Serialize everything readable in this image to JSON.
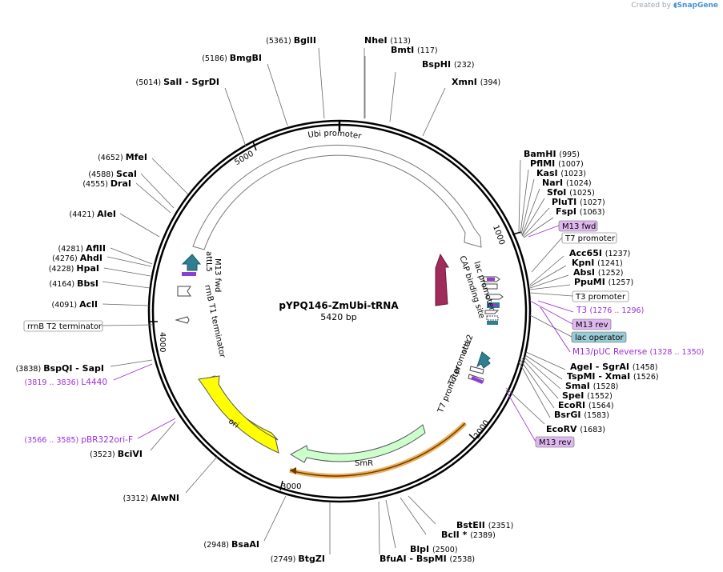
{
  "credit": {
    "prefix": "Created by",
    "brand": "SnapGene"
  },
  "plasmid": {
    "name": "pYPQ146-ZmUbi-tRNA",
    "size_label": "5420 bp"
  },
  "ticks": [
    "1000",
    "2000",
    "3000",
    "4000",
    "5000"
  ],
  "enzymes": [
    {
      "pos": "(113)",
      "name": "NheI"
    },
    {
      "pos": "(117)",
      "name": "BmtI"
    },
    {
      "pos": "(232)",
      "name": "BspHI"
    },
    {
      "pos": "(394)",
      "name": "XmnI"
    },
    {
      "pos": "(995)",
      "name": "BamHI"
    },
    {
      "pos": "(1007)",
      "name": "PflMI"
    },
    {
      "pos": "(1023)",
      "name": "KasI"
    },
    {
      "pos": "(1024)",
      "name": "NarI"
    },
    {
      "pos": "(1025)",
      "name": "SfoI"
    },
    {
      "pos": "(1027)",
      "name": "PluTI"
    },
    {
      "pos": "(1063)",
      "name": "FspI"
    },
    {
      "pos": "(1237)",
      "name": "Acc65I"
    },
    {
      "pos": "(1241)",
      "name": "KpnI"
    },
    {
      "pos": "(1252)",
      "name": "AbsI"
    },
    {
      "pos": "(1257)",
      "name": "PpuMI"
    },
    {
      "pos": "(1458)",
      "name": "AgeI  - SgrAI"
    },
    {
      "pos": "(1526)",
      "name": "TspMI  - XmaI"
    },
    {
      "pos": "(1528)",
      "name": "SmaI"
    },
    {
      "pos": "(1552)",
      "name": "SpeI"
    },
    {
      "pos": "(1564)",
      "name": "EcoRI"
    },
    {
      "pos": "(1583)",
      "name": "BsrGI"
    },
    {
      "pos": "(1683)",
      "name": "EcoRV"
    },
    {
      "pos": "(2351)",
      "name": "BstEII"
    },
    {
      "pos": "(2389)",
      "name": "BclI *"
    },
    {
      "pos": "(2500)",
      "name": "BlpI"
    },
    {
      "pos": "(2538)",
      "name": "BfuAI  - BspMI"
    },
    {
      "pos": "(2749)",
      "name": "BtgZI"
    },
    {
      "pos": "(2948)",
      "name": "BsaAI"
    },
    {
      "pos": "(3312)",
      "name": "AlwNI"
    },
    {
      "pos": "(3523)",
      "name": "BciVI"
    },
    {
      "pos": "(3838)",
      "name": "BspQI  - SapI"
    },
    {
      "pos": "(4091)",
      "name": "AclI"
    },
    {
      "pos": "(4164)",
      "name": "BbsI"
    },
    {
      "pos": "(4228)",
      "name": "HpaI"
    },
    {
      "pos": "(4276)",
      "name": "AhdI"
    },
    {
      "pos": "(4281)",
      "name": "AflII"
    },
    {
      "pos": "(4421)",
      "name": "AleI"
    },
    {
      "pos": "(4555)",
      "name": "DraI"
    },
    {
      "pos": "(4588)",
      "name": "ScaI"
    },
    {
      "pos": "(4652)",
      "name": "MfeI"
    },
    {
      "pos": "(5014)",
      "name": "SalI  - SgrDI"
    },
    {
      "pos": "(5186)",
      "name": "BmgBI"
    },
    {
      "pos": "(5361)",
      "name": "BglII"
    }
  ],
  "boxed_features": [
    {
      "label": "M13 fwd",
      "style": "purple"
    },
    {
      "label": "T7 promoter",
      "style": "plain"
    },
    {
      "label": "T3 promoter",
      "style": "plain"
    },
    {
      "label": "M13 rev",
      "style": "purple"
    },
    {
      "label": "lac operator",
      "style": "teal"
    },
    {
      "label": "M13 rev",
      "style": "purple"
    },
    {
      "label": "rrnB T2 terminator",
      "style": "plain"
    }
  ],
  "primers": [
    {
      "label": "T3",
      "range": "(1276 .. 1296)"
    },
    {
      "label": "M13/pUC Reverse",
      "range": "(1328 .. 1350)"
    },
    {
      "label": "L4440",
      "range": "(3819 .. 3836)"
    },
    {
      "label": "pBR322ori-F",
      "range": "(3566 .. 3585)"
    }
  ],
  "features": {
    "ubi": "Ubi promoter",
    "lacz": "lacZα",
    "lac_promoter": "lac promoter",
    "cap": "CAP binding site",
    "attl2": "attL2",
    "t7a": "T7 promoter",
    "t7b": "T7 promoter",
    "smr": "SmR",
    "ori": "ori",
    "rrnb_t1": "rrnB T1 terminator",
    "m13fwd": "M13 fwd",
    "attl5": "attL5"
  },
  "colors": {
    "backbone": "#000000",
    "primer": "#9b30d9",
    "teal": "#2f7f93",
    "lacz": "#a02c5c",
    "ori": "#ffff00",
    "smr": "#ccffcc",
    "purple_box": "#e0b8f0",
    "teal_box": "#99ccd6",
    "orange": "#e9a03a"
  }
}
